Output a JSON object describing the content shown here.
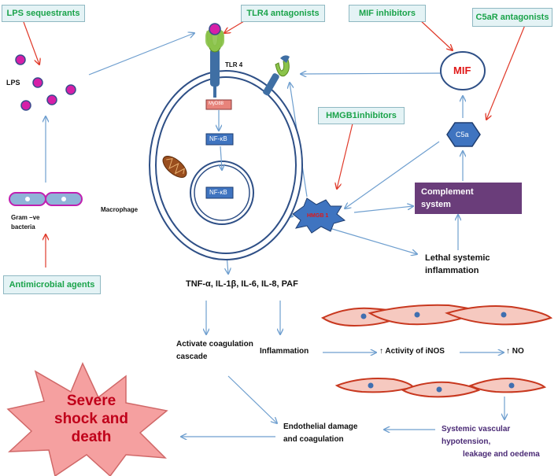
{
  "inhibitors": {
    "lps_sequestrants": "LPS sequestrants",
    "tlr4_antagonists": "TLR4 antagonists",
    "mif_inhibitors": "MIF inhibitors",
    "c5ar_antagonists": "C5aR antagonists",
    "hmgb1_inhibitors": "HMGB1inhibitors",
    "antimicrobial_agents": "Antimicrobial agents"
  },
  "labels": {
    "lps": "LPS",
    "tlr4": "TLR 4",
    "myd88": "MyD88",
    "nfkb_1": "NF-κB",
    "nfkb_2": "NF-κB",
    "macrophage": "Macrophage",
    "gram_line1": "Gram –ve",
    "gram_line2": "bacteria",
    "mif": "MIF",
    "c5a": "C5a",
    "complement_line1": "Complement",
    "complement_line2": "system",
    "hmgb1": "HMGB 1",
    "lethal_line1": "Lethal systemic",
    "lethal_line2": "inflammation",
    "cytokines": "TNF-α, IL-1β, IL-6, IL-8, PAF",
    "coag_line1": "Activate coagulation",
    "coag_line2": "cascade",
    "inflammation": "Inflammation",
    "inos": "↑  Activity of iNOS",
    "no": "↑ NO",
    "endo_line1": "Endothelial damage",
    "endo_line2": "and coagulation",
    "hypo_line1": "Systemic vascular",
    "hypo_line2": "hypotension,",
    "hypo_line3": "leakage and oedema",
    "shock_line1": "Severe",
    "shock_line2": "shock and",
    "shock_line3": "death"
  },
  "colors": {
    "arrow_blue": "#6f9fcf",
    "arrow_red": "#e03a2a",
    "inhibitor_text": "#1aa34a",
    "lps_dot": "#d61fa8",
    "complement_box": "#6a3d7a",
    "shock_star": "#f5a0a0",
    "shock_text": "#c0001a",
    "cell_fill": "#f6c9c0",
    "cell_stroke": "#c8381f",
    "nucleus": "#3f6fb0",
    "hypotension_text": "#4a2a75"
  }
}
